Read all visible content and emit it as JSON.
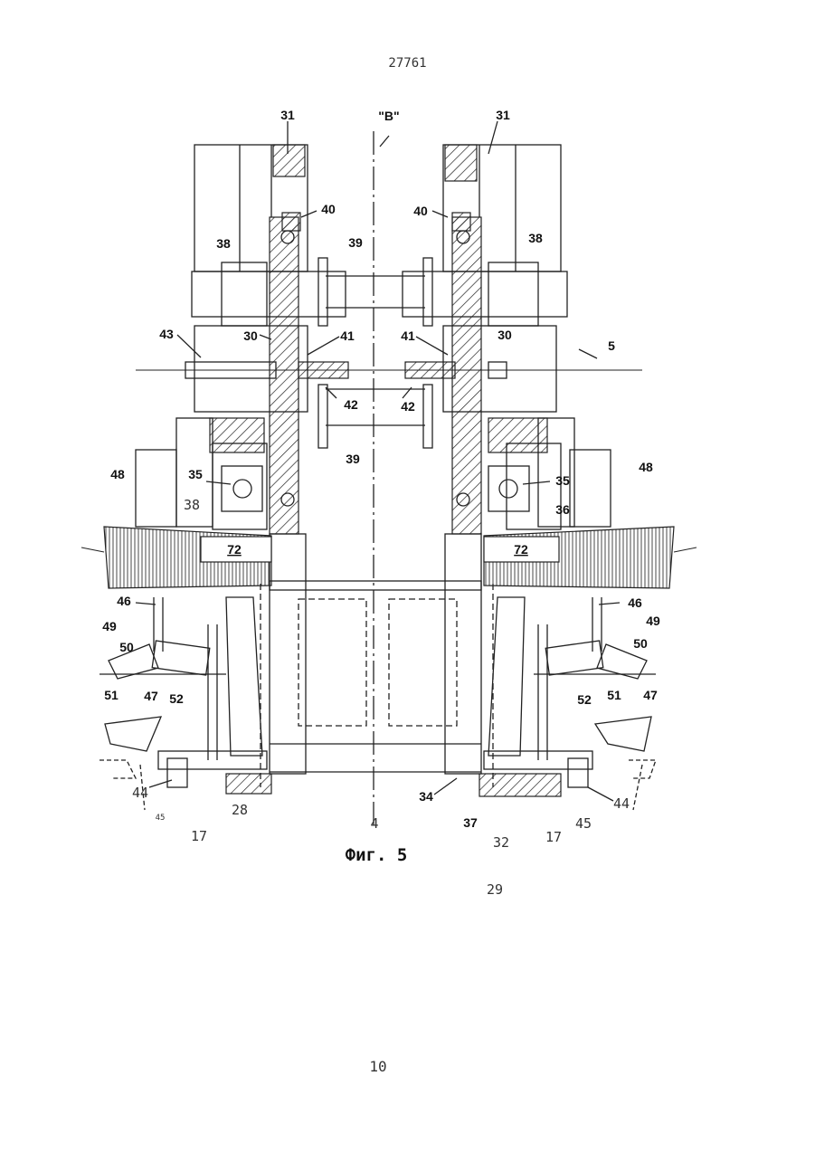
{
  "header": {
    "doc_number": "27761"
  },
  "figure": {
    "caption": "Фиг. 5",
    "axis_label": "\"B\"",
    "labels": {
      "l31a": "31",
      "l31b": "31",
      "l40a": "40",
      "l40b": "40",
      "l38a": "38",
      "l38b": "38",
      "l38c": "38",
      "l39a": "39",
      "l39b": "39",
      "l43": "43",
      "l30a": "30",
      "l30b": "30",
      "l41a": "41",
      "l41b": "41",
      "l42a": "42",
      "l42b": "42",
      "l5": "5",
      "l48a": "48",
      "l48b": "48",
      "l35a": "35",
      "l35b": "35",
      "l36": "36",
      "l72a": "72",
      "l72b": "72",
      "l46a": "46",
      "l46b": "46",
      "l49a": "49",
      "l49b": "49",
      "l50a": "50",
      "l50b": "50",
      "l51a": "51",
      "l51b": "51",
      "l47a": "47",
      "l47b": "47",
      "l52a": "52",
      "l52b": "52",
      "l34": "34",
      "l37": "37",
      "l44a": "44",
      "l44b": "44",
      "l28": "28",
      "l4": "4",
      "l45a": "45",
      "l45b": "45",
      "l17a": "17",
      "l17b": "17",
      "l32": "32",
      "l29": "29"
    }
  },
  "footer": {
    "page_number": "10"
  }
}
